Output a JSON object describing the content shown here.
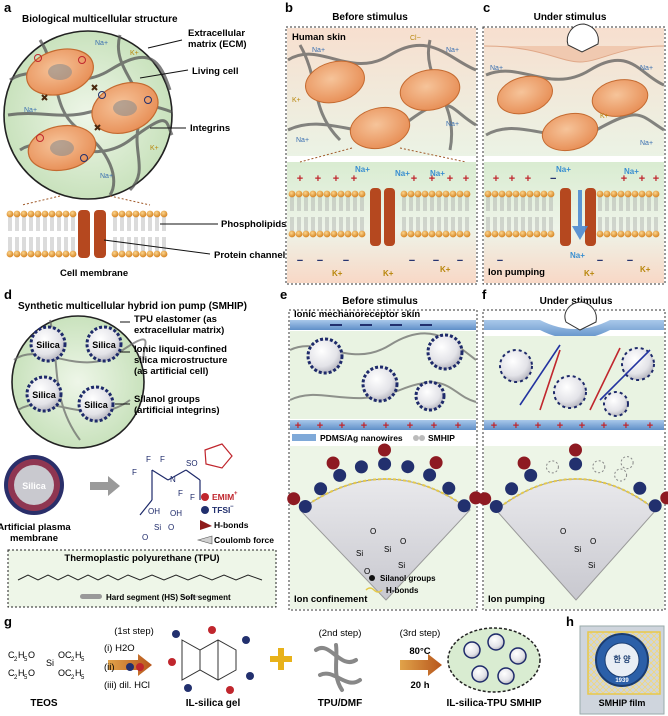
{
  "panels": {
    "a": {
      "letter": "a",
      "title": "Biological multicellular structure",
      "labels": {
        "ecm": "Extracellular matrix (ECM)",
        "ecm_line1": "Extracellular",
        "ecm_line2": "matrix (ECM)",
        "living_cell": "Living cell",
        "integrins": "Integrins",
        "phospholipids": "Phospholipids",
        "protein_channel": "Protein channel",
        "cell_membrane": "Cell membrane"
      }
    },
    "b": {
      "letter": "b",
      "subtitle": "Before stimulus",
      "title": "Human skin"
    },
    "c": {
      "letter": "c",
      "subtitle": "Under stimulus",
      "caption": "Ion pumping"
    },
    "d": {
      "letter": "d",
      "title": "Synthetic multicellular hybrid ion pump (SMHIP)",
      "labels": {
        "tpu_line1": "TPU elastomer (as",
        "tpu_line2": "extracellular matrix)",
        "ionic_line1": "Ionic liquid-confined",
        "ionic_line2": "silica microstructure",
        "ionic_line3": "(as artificial cell)",
        "silanol_line1": "Silanol groups",
        "silanol_line2": "(artificial integrins)",
        "silica": "Silica",
        "artificial_line1": "Artificial plasma",
        "artificial_line2": "membrane"
      },
      "legend": {
        "emim": "EMIM",
        "emim_sup": "+",
        "tfsi": "TFSI",
        "tfsi_sup": "−",
        "hbonds": "H-bonds",
        "coulomb": "Coulomb force"
      },
      "tpu_box": {
        "title": "Thermoplastic polyurethane (TPU)",
        "hard": "Hard segment (HS)",
        "soft": "Soft segment"
      }
    },
    "e": {
      "letter": "e",
      "subtitle": "Before stimulus",
      "title": "Ionic mechanoreceptor skin",
      "legend_pdms": "PDMS/Ag nanowires",
      "legend_smhip": "SMHIP",
      "legend_silanol": "Silanol groups",
      "legend_hbonds": "H-bonds",
      "caption": "Ion confinement"
    },
    "f": {
      "letter": "f",
      "subtitle": "Under stimulus",
      "caption": "Ion pumping"
    },
    "g": {
      "letter": "g",
      "step1": "(1st step)",
      "step2": "(2nd step)",
      "step3": "(3rd step)",
      "reagents": [
        "(i) H2O",
        "(ii)",
        "(iii) dil. HCl"
      ],
      "conditions": [
        "80°C",
        "20 h"
      ],
      "teos": "TEOS",
      "gel": "IL-silica gel",
      "tpu_dmf": "TPU/DMF",
      "product": "IL-silica-TPU SMHIP"
    },
    "h": {
      "letter": "h",
      "caption": "SMHIP film",
      "seal_text": "한 양",
      "seal_year": "1939"
    }
  },
  "ions": {
    "na": "Na+",
    "k": "K+",
    "cl": "Cl−"
  },
  "colors": {
    "cell_fill": "#f2a46a",
    "cell_stroke": "#d98a55",
    "membrane_bg_top": "#d8ead0",
    "membrane_bg_bottom": "#f7d9c8",
    "channel": "#b5481f",
    "cation": "#c0262d",
    "anion": "#22306e",
    "silica": "#e9e9ec",
    "electrode": "#7fa9d8"
  }
}
